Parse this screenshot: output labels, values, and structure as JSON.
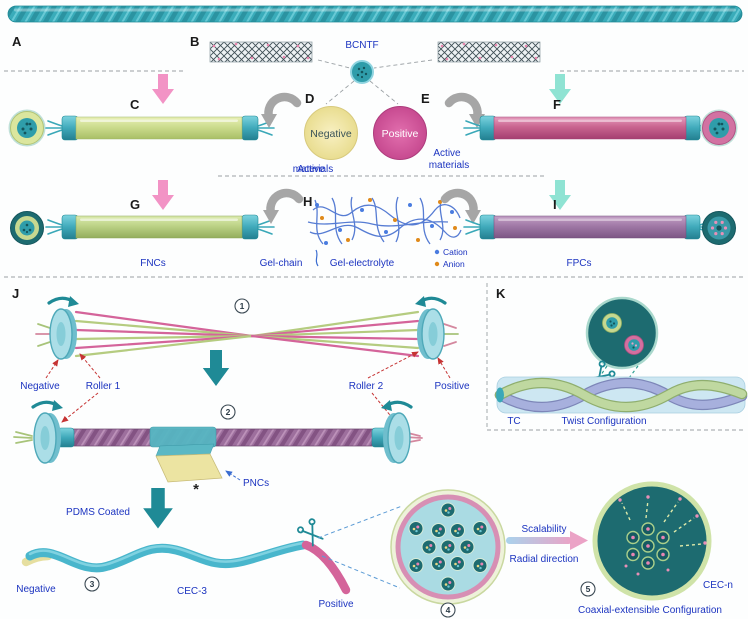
{
  "panels": {
    "a": "A",
    "b": "B",
    "c": "C",
    "d": "D",
    "e": "E",
    "f": "F",
    "g": "G",
    "h": "H",
    "i": "I",
    "j": "J",
    "k": "K"
  },
  "labels": {
    "bcntf": "BCNTF",
    "negative": "Negative",
    "positive": "Positive",
    "active_line1": "Active",
    "active_line2": "materials",
    "fncs": "FNCs",
    "gel_chain": "Gel-chain",
    "gel_electrolyte": "Gel-electrolyte",
    "cation": "Cation",
    "anion": "Anion",
    "fpcs": "FPCs",
    "roller1": "Roller 1",
    "roller2": "Roller 2",
    "pncs": "PNCs",
    "asterisk": "*",
    "tc": "TC",
    "twist_config": "Twist Configuration",
    "pdms": "PDMS Coated",
    "cec3": "CEC-3",
    "cecn": "CEC-n",
    "scalability": "Scalability",
    "radial": "Radial direction",
    "coaxial": "Coaxial-extensible Configuration"
  },
  "steps": {
    "n1": "1",
    "n2": "2",
    "n3": "3",
    "n4": "4",
    "n5": "5"
  },
  "colors": {
    "teal": "#3aacba",
    "dark_teal": "#1d6b70",
    "pink": "#d4649a",
    "magenta": "#c74a90",
    "green": "#c2d88e",
    "purple": "#9b6b99",
    "yellow": "#ece4a2",
    "label_blue": "#1c34c0",
    "gray_arrow": "#a6a6a6",
    "cation_blue": "#4a7ce0",
    "anion_orange": "#e08a1a",
    "pink_arrow": "#f293c5",
    "mint_arrow": "#8fe3d3"
  }
}
